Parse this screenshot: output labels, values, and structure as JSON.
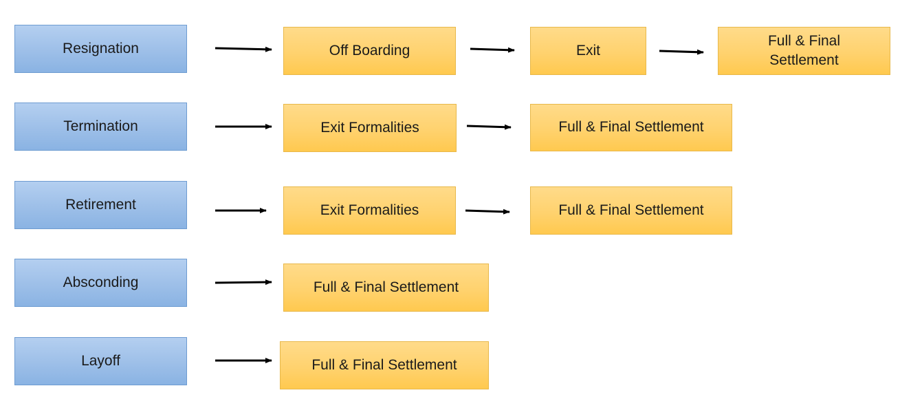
{
  "rows": [
    {
      "start": "Resignation",
      "steps": [
        "Off Boarding",
        "Exit",
        "Full & Final Settlement"
      ]
    },
    {
      "start": "Termination",
      "steps": [
        "Exit Formalities",
        "Full & Final Settlement"
      ]
    },
    {
      "start": "Retirement",
      "steps": [
        "Exit Formalities",
        "Full & Final Settlement"
      ]
    },
    {
      "start": "Absconding",
      "steps": [
        "Full & Final Settlement"
      ]
    },
    {
      "start": "Layoff",
      "steps": [
        "Full & Final Settlement"
      ]
    }
  ],
  "colors": {
    "start_fill": "#9dc3e6",
    "start_border": "#6d9bd1",
    "step_fill": "#ffd966",
    "step_border": "#e8b84a",
    "arrow": "#000000"
  }
}
